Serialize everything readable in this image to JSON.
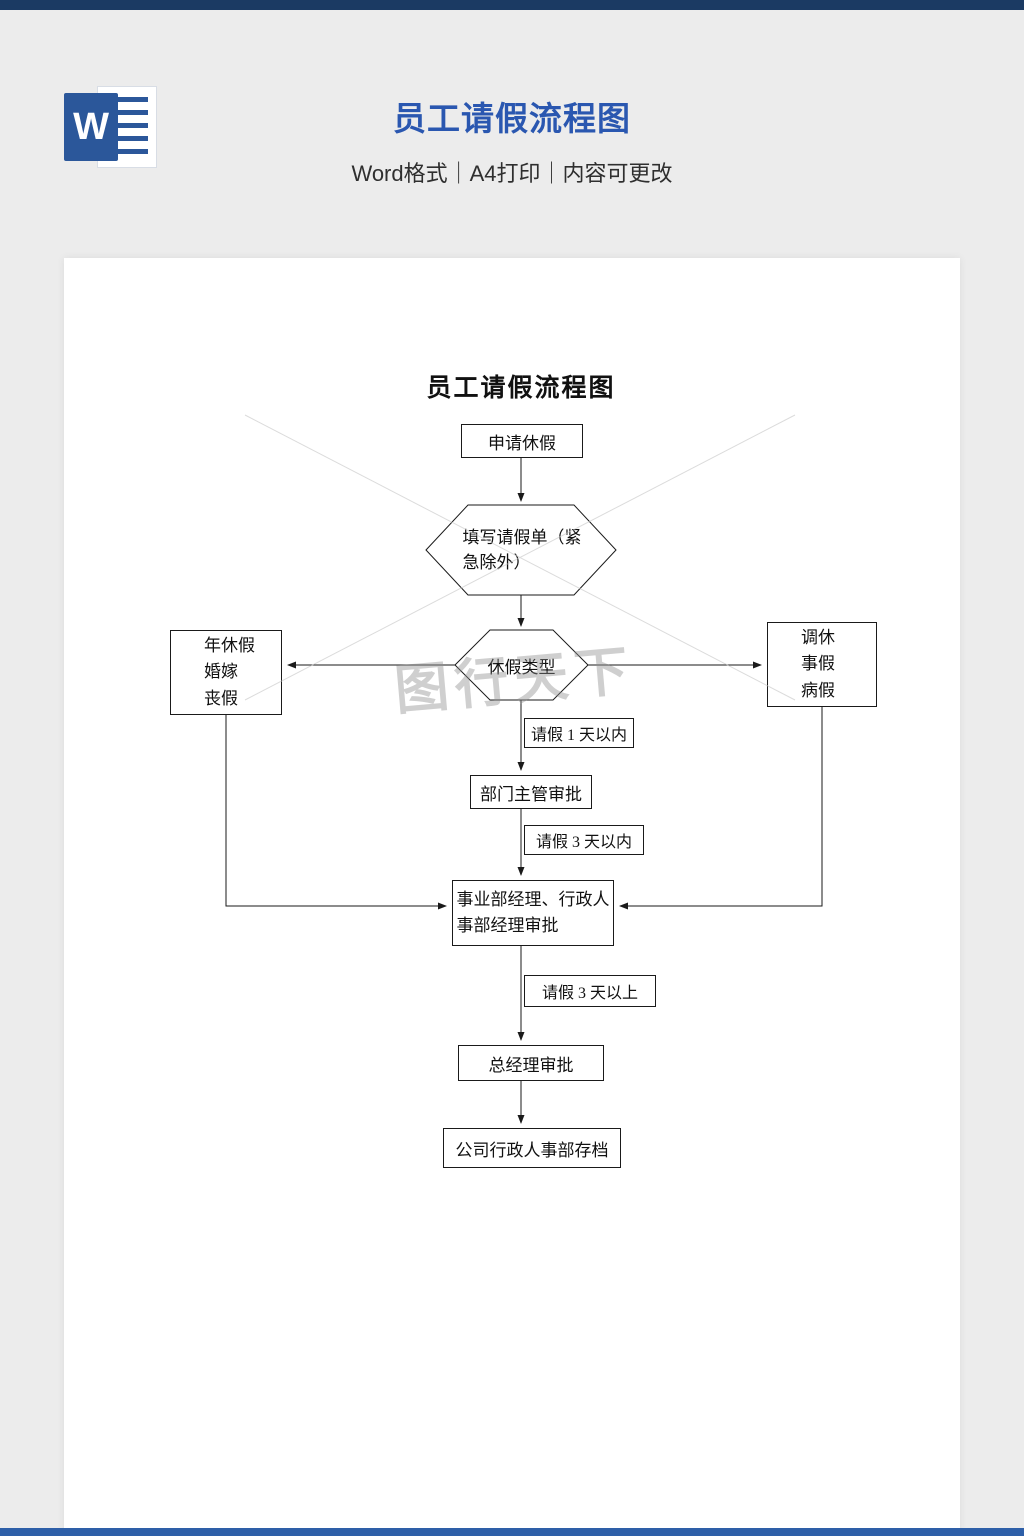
{
  "colors": {
    "accent": "#2a57b0",
    "top_bar": "#1b3a63",
    "bottom_bar": "#2e5fa8",
    "word_icon": "#2b579a"
  },
  "header": {
    "title": "员工请假流程图",
    "subtitle": "Word格式｜A4打印｜内容可更改",
    "word_icon_letter": "W"
  },
  "document": {
    "chart_title": "员工请假流程图",
    "watermark": "图行天下",
    "nodes": {
      "apply": "申请休假",
      "fill_form": "填写请假单（紧\n急除外）",
      "leave_type": "休假类型",
      "annual_leave": "年休假\n婚嫁\n丧假",
      "other_leave": "调休\n事假\n病假",
      "label_within_1_day": "请假 1 天以内",
      "dept_manager": "部门主管审批",
      "label_within_3_days": "请假 3 天以内",
      "bu_manager": "事业部经理、行政人\n事部经理审批",
      "label_over_3_days": "请假 3 天以上",
      "general_manager": "总经理审批",
      "archive": "公司行政人事部存档"
    }
  }
}
